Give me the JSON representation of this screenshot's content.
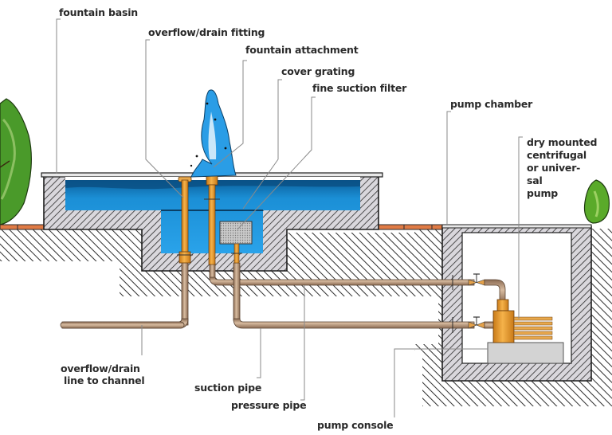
{
  "diagram": {
    "type": "cross-section",
    "subject": "fountain basin with dry-mounted pump in separate pump chamber",
    "labels": {
      "fountain_basin": "fountain basin",
      "overflow_drain_fitting": "overflow/drain fitting",
      "fountain_attachment": "fountain attachment",
      "cover_grating": "cover grating",
      "fine_suction_filter": "fine suction filter",
      "pump_chamber": "pump chamber",
      "pump_line1": "dry mounted",
      "pump_line2": "centrifugal",
      "pump_line3": "or univer-",
      "pump_line4": "sal",
      "pump_line5": "pump",
      "overflow_line1": "overflow/drain",
      "overflow_line2": "line to channel",
      "suction_pipe": "suction pipe",
      "pressure_pipe": "pressure pipe",
      "pump_console": "pump console"
    },
    "colors": {
      "water": "#1e9be0",
      "water_dark": "#0d6aa8",
      "copper_pipe": "#f0a030",
      "buried_pipe": "#b89a80",
      "concrete": "#d8d6da",
      "soil_hatch": "#333333",
      "paving": "#e07b45",
      "tree_green": "#4a9a2a",
      "pump_body": "#e89a20",
      "console": "#d0d0d0",
      "filter": "#bdbdbd"
    }
  }
}
